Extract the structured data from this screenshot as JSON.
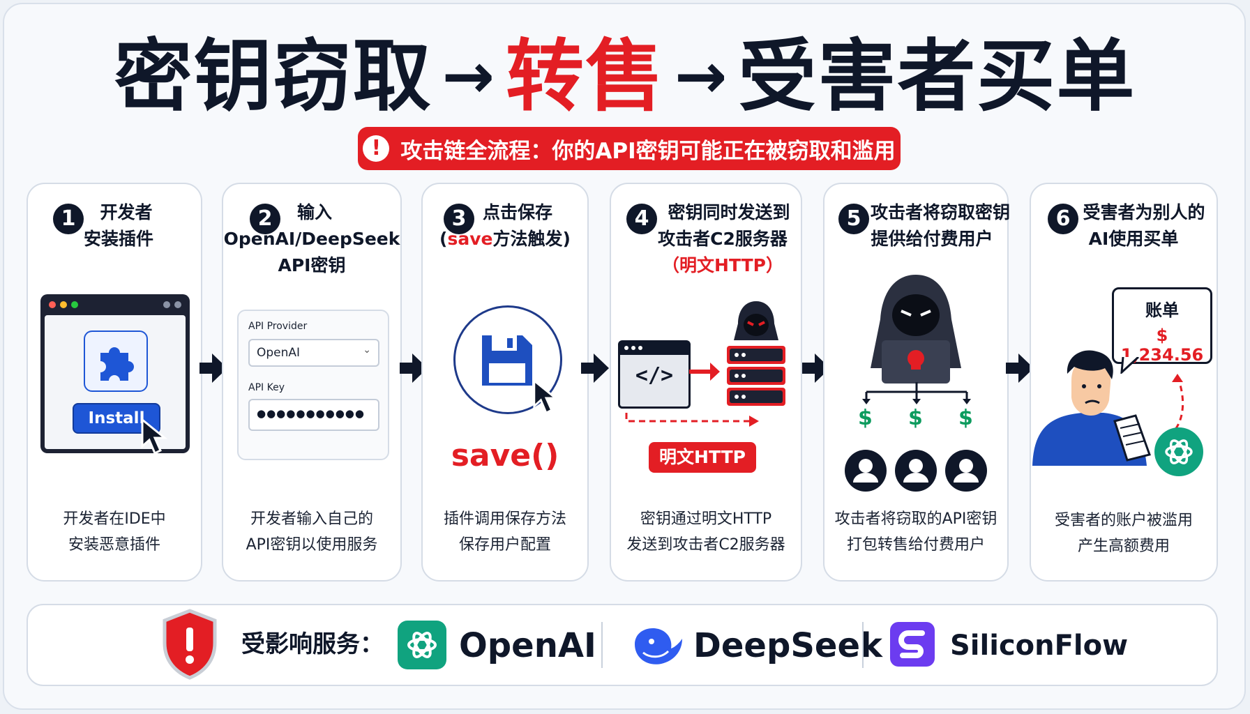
{
  "title": {
    "part1": "密钥窃取",
    "arrow": "→",
    "part2": "转售",
    "part3": "受害者买单"
  },
  "alert": {
    "icon": "!",
    "text": "攻击链全流程：你的API密钥可能正在被窃取和滥用"
  },
  "steps": [
    {
      "num": "1",
      "title_line1": "开发者",
      "title_line2": "安装插件",
      "button": "Install",
      "desc_line1": "开发者在IDE中",
      "desc_line2": "安装恶意插件"
    },
    {
      "num": "2",
      "title_line1": "输入",
      "title_line2": "OpenAI/DeepSeek",
      "title_line3": "API密钥",
      "form": {
        "provider_label": "API Provider",
        "provider_value": "OpenAI",
        "key_label": "API Key",
        "key_value": "●●●●●●●●●●●"
      },
      "desc_line1": "开发者输入自己的",
      "desc_line2": "API密钥以使用服务"
    },
    {
      "num": "3",
      "title_line1": "点击保存",
      "title_line2_open": "(",
      "title_line2_red": "save",
      "title_line2_rest": "方法触发)",
      "code": "save()",
      "desc_line1": "插件调用保存方法",
      "desc_line2": "保存用户配置"
    },
    {
      "num": "4",
      "title_line1": "密钥同时发送到",
      "title_line2": "攻击者C2服务器",
      "title_line3": "（明文HTTP）",
      "code_symbol": "</>",
      "badge": "明文HTTP",
      "desc_line1": "密钥通过明文HTTP",
      "desc_line2": "发送到攻击者C2服务器"
    },
    {
      "num": "5",
      "title_line1": "攻击者将窃取密钥",
      "title_line2": "提供给付费用户",
      "dollar": "$",
      "desc_line1": "攻击者将窃取的API密钥",
      "desc_line2": "打包转售给付费用户"
    },
    {
      "num": "6",
      "title_line1": "受害者为别人的",
      "title_line2": "AI使用买单",
      "bill_title": "账单",
      "bill_amount": "$ 1,234.56",
      "desc_line1": "受害者的账户被滥用",
      "desc_line2": "产生高额费用"
    }
  ],
  "services": {
    "label": "受影响服务：",
    "items": [
      {
        "name": "OpenAI",
        "icon": "openai-logo-icon"
      },
      {
        "name": "DeepSeek",
        "icon": "deepseek-whale-icon"
      },
      {
        "name": "SiliconFlow",
        "icon": "siliconflow-logo-icon"
      }
    ]
  },
  "colors": {
    "red": "#e31e24",
    "navy": "#0f1729",
    "blue": "#1e56d6",
    "green": "#10a37f",
    "purple": "#6c3cf0"
  }
}
